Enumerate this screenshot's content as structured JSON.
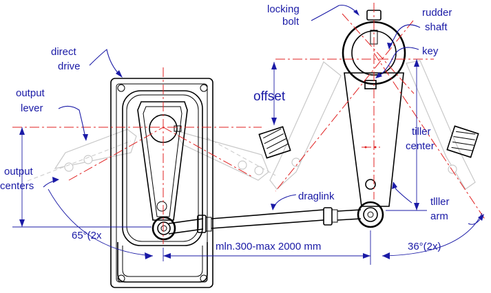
{
  "labels": {
    "locking_bolt_1": "locking",
    "locking_bolt_2": "bolt",
    "rudder_shaft_1": "rudder",
    "rudder_shaft_2": "shaft",
    "key": "key",
    "direct_drive_1": "direct",
    "direct_drive_2": "drive",
    "output_lever_1": "output",
    "output_lever_2": "lever",
    "offset": "offset",
    "output_centers_1": "output",
    "output_centers_2": "centers",
    "tiller_center_1": "tiller",
    "tiller_center_2": "center",
    "draglink": "draglink",
    "tiller_arm_1": "tlller",
    "tiller_arm_2": "arm",
    "angle_left": "65°(2x",
    "distance": "mln.300-max 2000 mm",
    "angle_right": "36°(2x)"
  },
  "colors": {
    "label": "#1a1aa6",
    "center_line": "#e02020",
    "outline": "#000000",
    "ghost": "#c8c8c8"
  }
}
